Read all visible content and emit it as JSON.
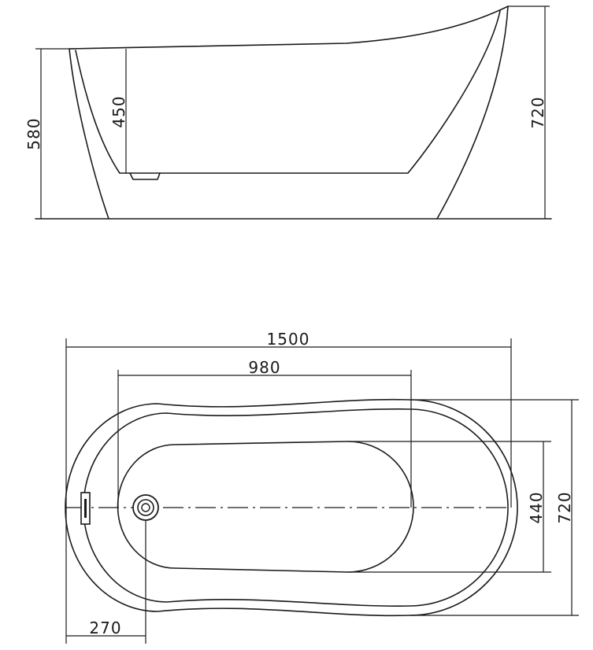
{
  "side_view": {
    "total_height": "720",
    "overall_height": "580",
    "inner_depth": "450"
  },
  "plan_view": {
    "length": "1500",
    "inner_length": "980",
    "width": "720",
    "inner_width": "440",
    "drain_offset": "270"
  }
}
